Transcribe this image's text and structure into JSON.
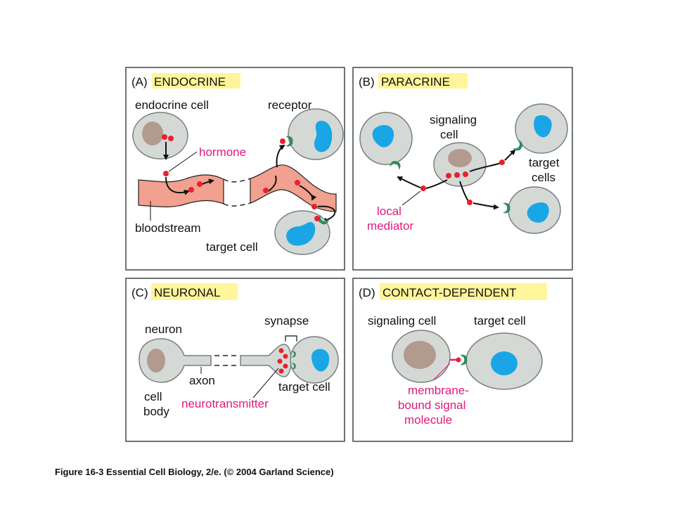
{
  "colors": {
    "cell_fill": "#d4d9d6",
    "cell_stroke": "#7a7f7c",
    "nucleus": "#b39a8e",
    "target_nucleus": "#1aa6e6",
    "signal": "#e8212e",
    "receptor": "#2f8a5e",
    "blood": "#f2a08f",
    "label_highlight": "#fff59a",
    "accent_pink": "#e0197d"
  },
  "panels": {
    "a": {
      "letter": "(A)",
      "name": "ENDOCRINE",
      "labels": {
        "endocrine_cell": "endocrine cell",
        "receptor": "receptor",
        "hormone": "hormone",
        "bloodstream": "bloodstream",
        "target_cell": "target cell"
      }
    },
    "b": {
      "letter": "(B)",
      "name": "PARACRINE",
      "labels": {
        "signaling_1": "signaling",
        "signaling_2": "cell",
        "target_1": "target",
        "target_2": "cells",
        "mediator_1": "local",
        "mediator_2": "mediator"
      }
    },
    "c": {
      "letter": "(C)",
      "name": "NEURONAL",
      "labels": {
        "synapse": "synapse",
        "neuron": "neuron",
        "axon": "axon",
        "cell_1": "cell",
        "cell_2": "body",
        "target_cell": "target cell",
        "neurotransmitter": "neurotransmitter"
      }
    },
    "d": {
      "letter": "(D)",
      "name": "CONTACT-DEPENDENT",
      "labels": {
        "signaling_cell": "signaling cell",
        "target_cell": "target cell",
        "membrane_1": "membrane-",
        "membrane_2": "bound signal",
        "membrane_3": "molecule"
      }
    }
  },
  "caption": "Figure 16-3  Essential Cell Biology, 2/e. (© 2004 Garland Science)"
}
